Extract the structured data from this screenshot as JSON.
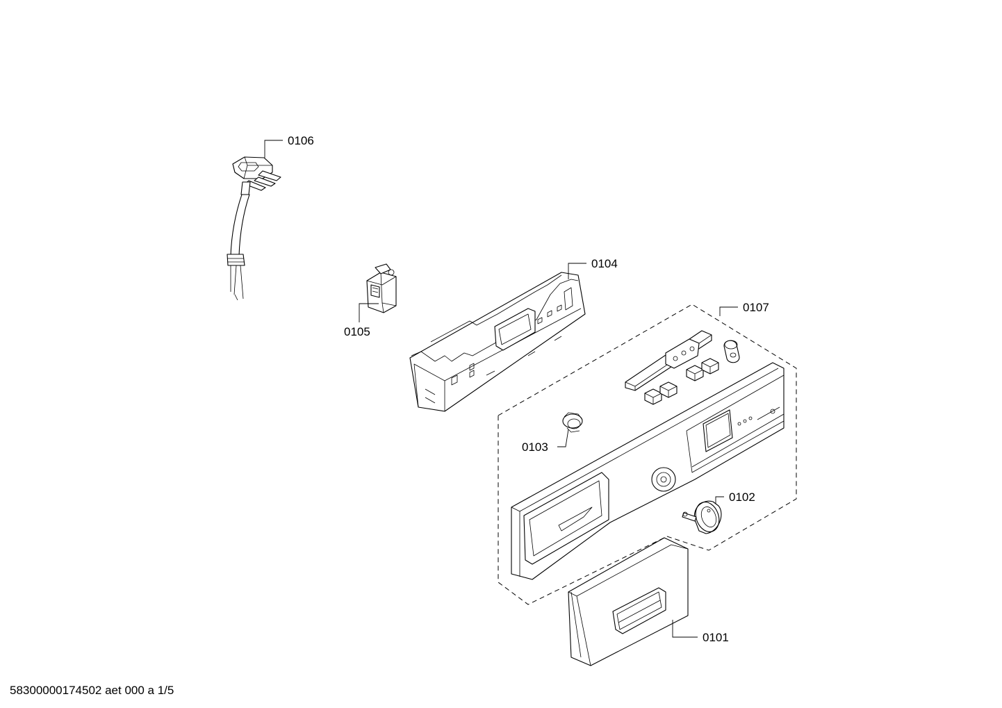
{
  "parts": [
    {
      "id": "power-cord",
      "label": "0106"
    },
    {
      "id": "control-module",
      "label": "0104"
    },
    {
      "id": "connector-clip",
      "label": "0105"
    },
    {
      "id": "panel-assembly",
      "label": "0107"
    },
    {
      "id": "small-bearing",
      "label": "0103"
    },
    {
      "id": "selector-knob",
      "label": "0102"
    },
    {
      "id": "detergent-drawer-handle",
      "label": "0101"
    }
  ],
  "footer": {
    "reference": "58300000174502 aet 000 a 1/5"
  }
}
